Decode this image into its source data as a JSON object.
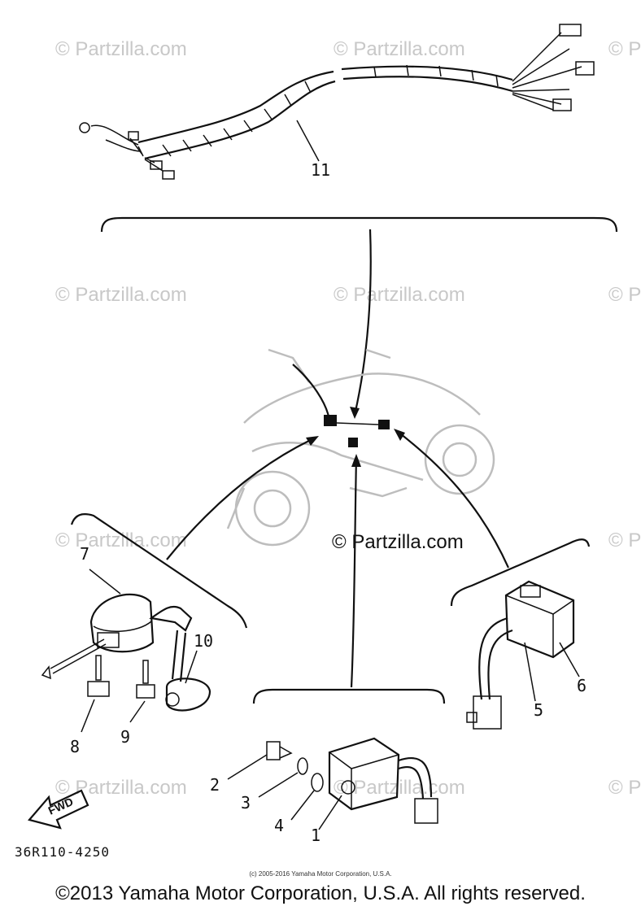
{
  "watermark": {
    "text": "© Partzilla.com",
    "center_text": "© Partzilla.com"
  },
  "callouts": [
    "1",
    "2",
    "3",
    "4",
    "5",
    "6",
    "7",
    "8",
    "9",
    "10",
    "11"
  ],
  "fwd_label": "FWD",
  "diagram_code": "36R110-4250",
  "small_copyright": "(c) 2005-2016 Yamaha Motor Corporation, U.S.A.",
  "copyright": "©2013 Yamaha Motor Corporation, U.S.A. All rights reserved."
}
